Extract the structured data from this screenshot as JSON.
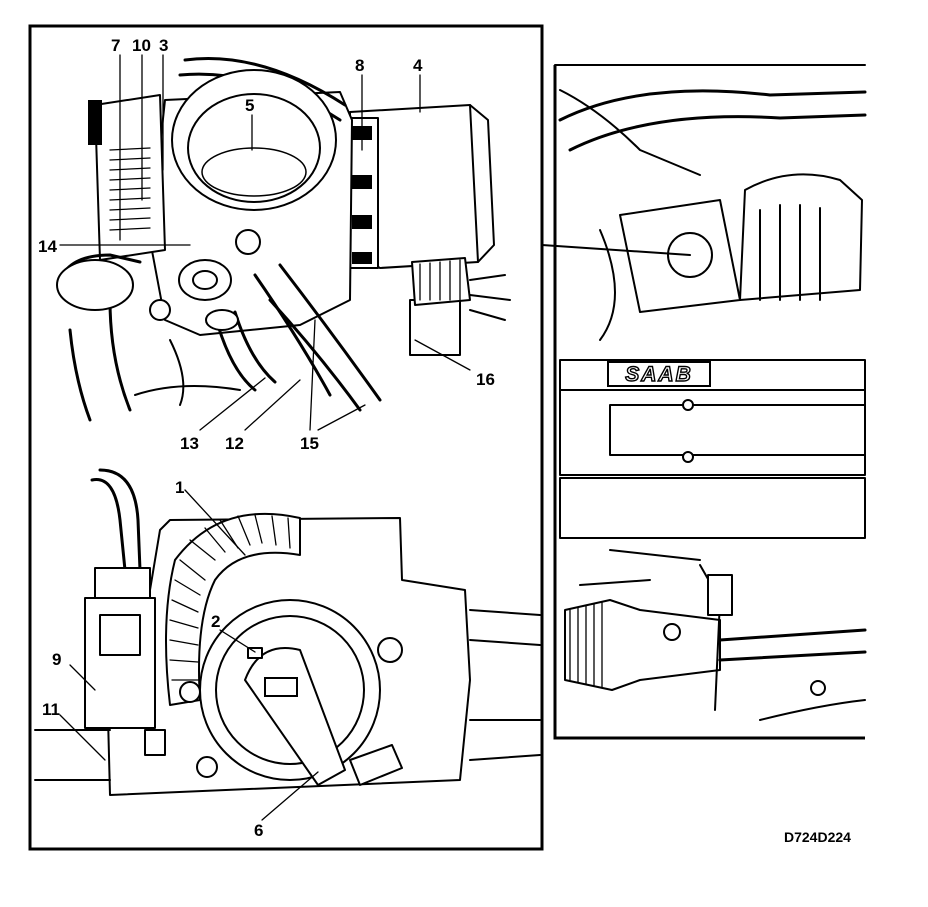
{
  "figure_code": "D724D224",
  "callouts": [
    "1",
    "2",
    "3",
    "4",
    "5",
    "6",
    "7",
    "8",
    "9",
    "10",
    "11",
    "12",
    "13",
    "14",
    "15",
    "16"
  ],
  "brand_badge": "SAAB"
}
